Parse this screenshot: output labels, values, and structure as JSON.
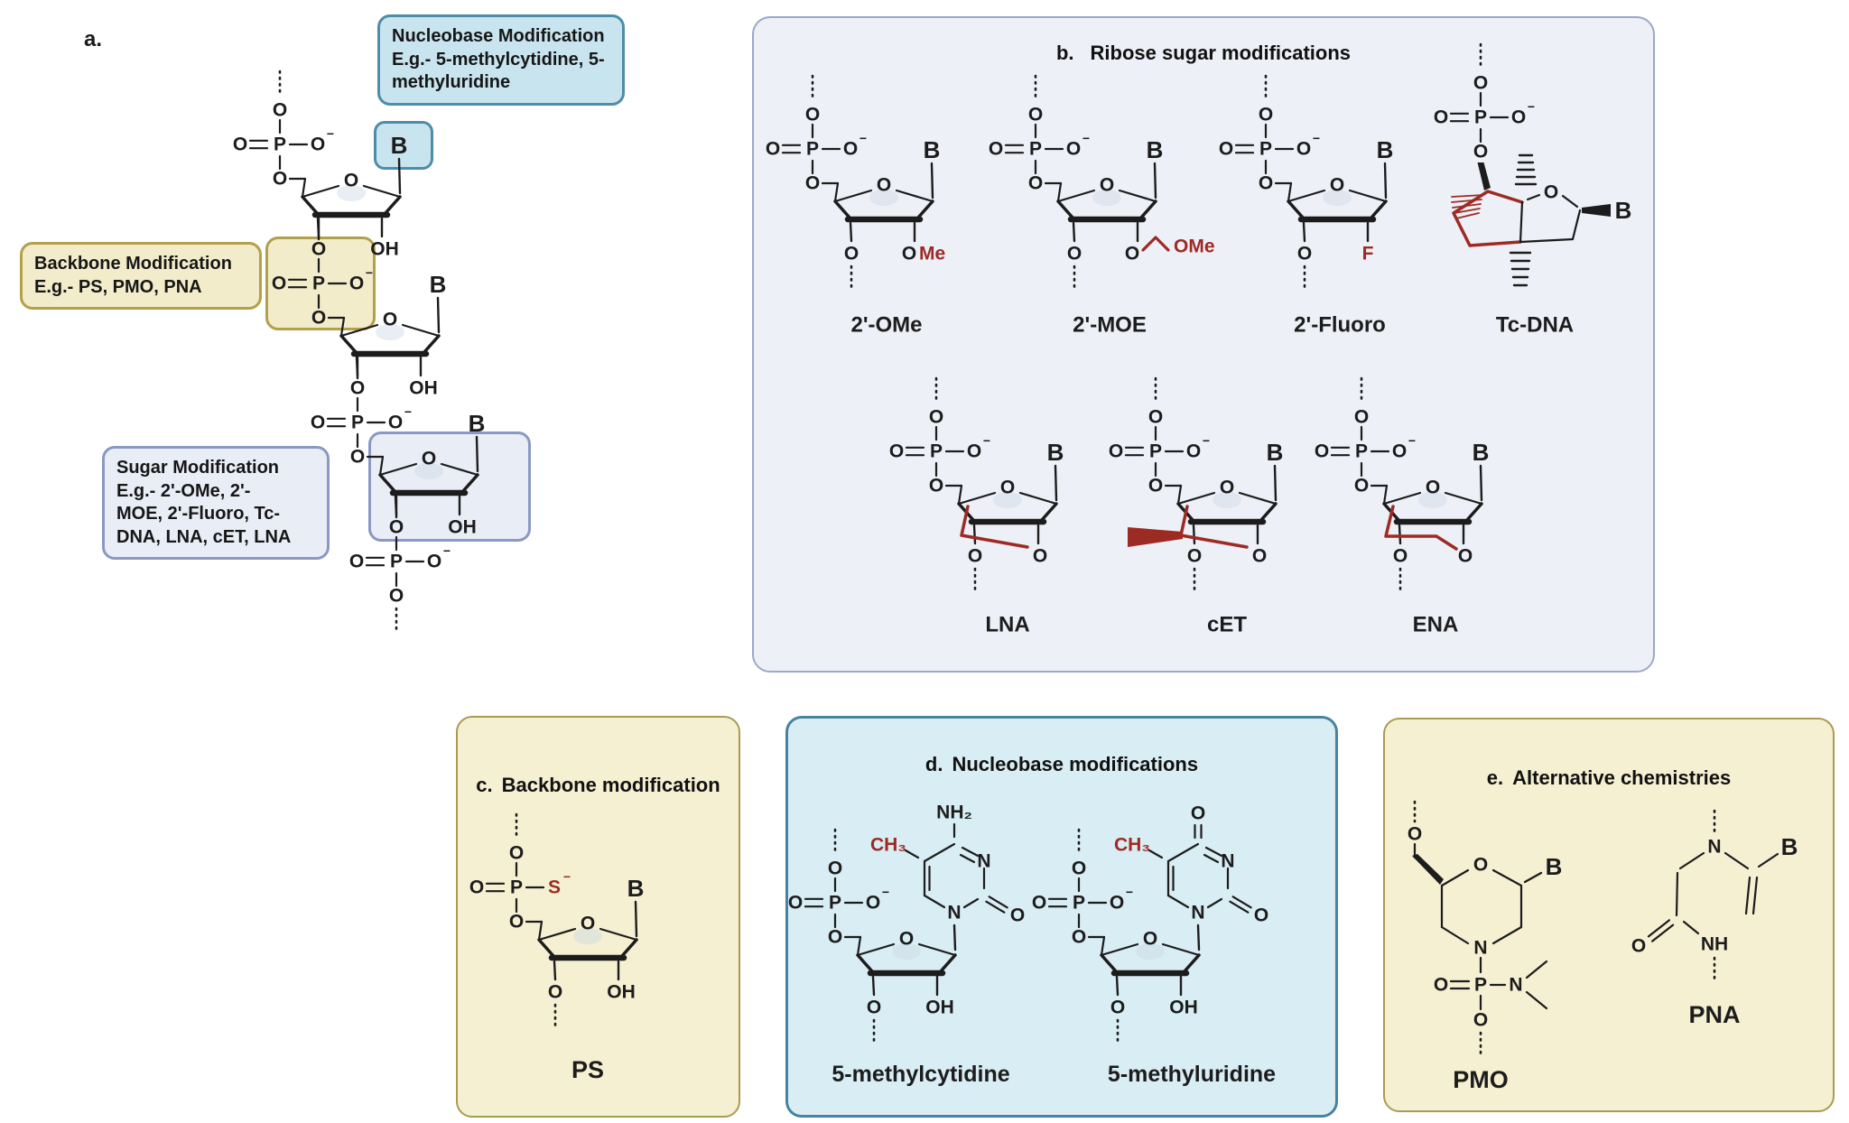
{
  "panel_a": {
    "label": "a.",
    "callouts": {
      "nucleobase": "Nucleobase Modification\nE.g.- 5-methylcytidine, 5-\nmethyluridine",
      "backbone": "Backbone Modification\nE.g.- PS, PMO, PNA",
      "sugar": "Sugar Modification\nE.g.- 2'-OMe, 2'-\nMOE, 2'-Fluoro, Tc-\nDNA, LNA, cET, LNA"
    }
  },
  "panel_b": {
    "label": "b.",
    "title": "Ribose sugar modifications",
    "row1": [
      "2'-OMe",
      "2'-MOE",
      "2'-Fluoro",
      "Tc-DNA"
    ],
    "row2": [
      "LNA",
      "cET",
      "ENA"
    ]
  },
  "panel_c": {
    "label": "c.",
    "title": "Backbone modification",
    "structure": "PS"
  },
  "panel_d": {
    "label": "d.",
    "title": "Nucleobase modifications",
    "structures": [
      "5-methylcytidine",
      "5-methyluridine"
    ]
  },
  "panel_e": {
    "label": "e.",
    "title": "Alternative chemistries",
    "structures": [
      "PMO",
      "PNA"
    ]
  },
  "atoms": {
    "O": "O",
    "P": "P",
    "B": "B",
    "S": "S",
    "F": "F",
    "N": "N",
    "NH": "NH",
    "OH": "OH",
    "NH2": "NH₂",
    "CH3": "CH₃",
    "Me": "Me",
    "OMe": "OMe",
    "minus": "−"
  },
  "colors": {
    "ink": "#1c1c1c",
    "red": "#9c2b24",
    "panel_sugar_fill": "#eef0f7",
    "panel_sugar_border": "#9aa9c9",
    "panel_backbone_fill": "#f5f0d2",
    "panel_backbone_border": "#ab9a52",
    "panel_base_fill": "#d9edf4",
    "panel_base_border": "#47839e",
    "callout_blue_fill": "#c8e4ef",
    "callout_blue_border": "#4e8ca8",
    "callout_yellow_fill": "#f2ecca",
    "callout_yellow_border": "#b3a04a",
    "callout_grey_fill": "#e9edf6",
    "callout_grey_border": "#8a99c4"
  }
}
